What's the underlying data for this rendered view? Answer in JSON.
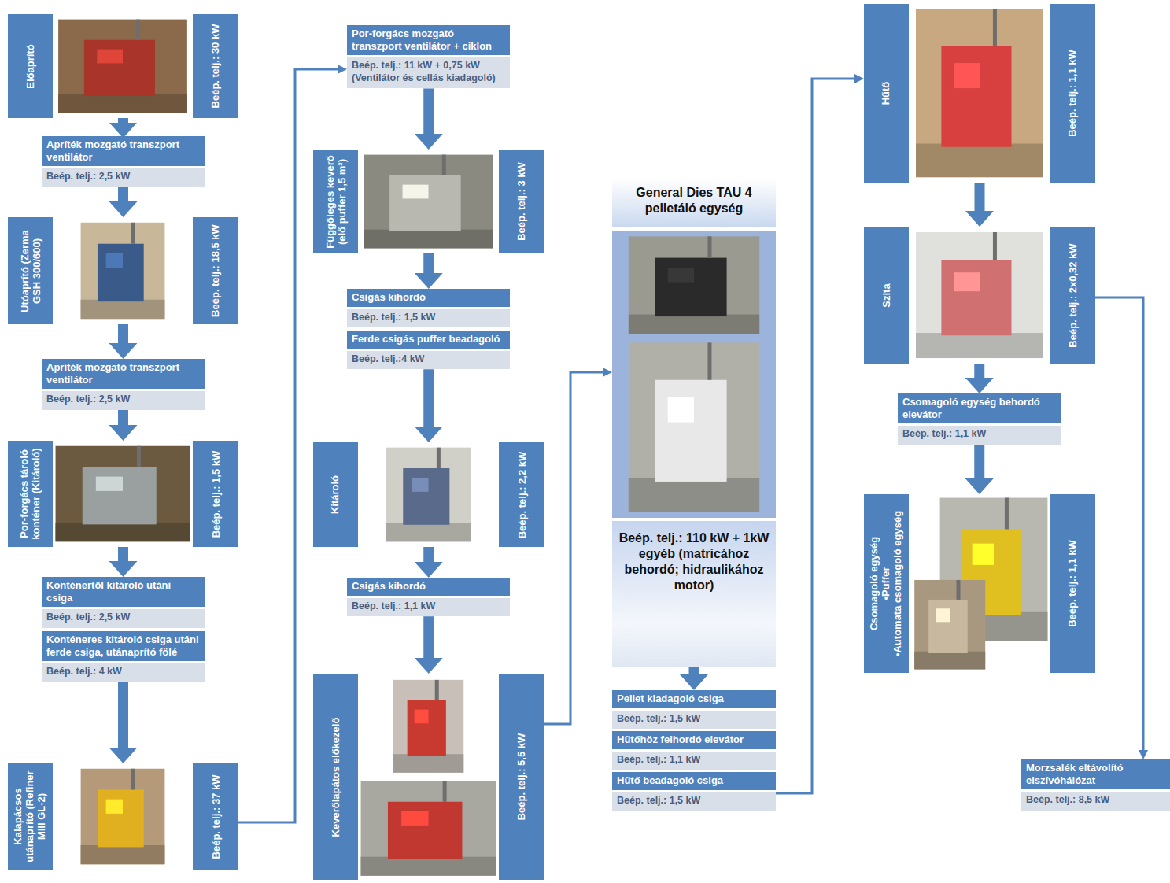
{
  "diagram": {
    "nodes": [
      {
        "text": [
          "Előaprító",
          "Beép. telj.: 30 kW"
        ]
      },
      {
        "text": [
          "Apríték mozgató transzport ventilátor",
          "Beép. telj.: 2,5 kW"
        ]
      },
      {
        "text": [
          "Utóaprító (Zerma GSH 300/600)",
          "Beép. telj.: 18,5 kW"
        ]
      },
      {
        "text": [
          "Apríték mozgató transzport ventilátor",
          "Beép. telj.: 2,5 kW"
        ]
      },
      {
        "text": [
          "Por-forgács tároló konténer (Kitároló)",
          "Beép. telj.: 1,5 kW"
        ]
      },
      {
        "text": [
          "Konténertől kitároló utáni csiga",
          "Beép. telj.: 2,5 kW"
        ]
      },
      {
        "text": [
          "Konténeres kitároló csiga utáni ferde csiga, utánaprító fölé",
          "Beép. telj.: 4 kW"
        ]
      },
      {
        "text": [
          "Kalapácsos utánaprító (Refiner Mill GL-2)",
          "Beép. telj.: 37 kW"
        ]
      },
      {
        "text": [
          "Por-forgács mozgató transzport ventilátor + ciklon",
          "Beép. telj.: 11 kW + 0,75 kW (Ventilátor és cellás kiadagoló)"
        ]
      },
      {
        "text": [
          "Függőleges keverő (elő puffer 1,5 m³)",
          "Beép. telj.: 3 kW"
        ]
      },
      {
        "text": [
          "Csigás kihordó",
          "Beép. telj.: 1,5 kW"
        ]
      },
      {
        "text": [
          "Ferde csigás puffer beadagoló",
          "Beép. telj.:4 kW"
        ]
      },
      {
        "text": [
          "Kitároló",
          "Beép. telj.: 2,2 kW"
        ]
      },
      {
        "text": [
          "Csigás kihordó",
          "Beép. telj.: 1,1 kW"
        ]
      },
      {
        "text": [
          "Keverőlapátos előkezelő",
          "Beép. telj.: 5,5 kW"
        ]
      },
      {
        "text": [
          "General Dies TAU 4 pelletáló egység",
          "Beép. telj.: 110 kW + 1kW egyéb (matricához behordó; hidraulikához motor)"
        ]
      },
      {
        "text": [
          "Pellet kiadagoló csiga",
          "Beép. telj.: 1,5 kW"
        ]
      },
      {
        "text": [
          "Hűtőhöz felhordó elevátor",
          "Beép. telj.: 1,1 kW"
        ]
      },
      {
        "text": [
          "Hűtő beadagoló csiga",
          "Beép. telj.: 1,5 kW"
        ]
      },
      {
        "text": [
          "Hűtő",
          "Beép. telj.: 1,1 kW"
        ]
      },
      {
        "text": [
          "Szita",
          "Beép. telj.: 2x0,32 kW"
        ]
      },
      {
        "text": [
          "Csomagoló egység behordó elevátor",
          "Beép. telj.: 1,1 kW"
        ]
      },
      {
        "text": [
          "Csomagoló egység",
          "•Puffer",
          "•Automata csomagoló egység",
          "Beép. telj.: 1,1 kW"
        ]
      },
      {
        "text": [
          "Morzsalék eltávolító elszívóhálózat",
          "Beép. telj.: 8,5 kW"
        ]
      }
    ],
    "edges": [
      {
        "from": 0,
        "to": 1,
        "arrow": "to"
      },
      {
        "from": 1,
        "to": 2,
        "arrow": "to"
      },
      {
        "from": 2,
        "to": 3,
        "arrow": "to"
      },
      {
        "from": 3,
        "to": 4,
        "arrow": "to"
      },
      {
        "from": 4,
        "to": 5,
        "arrow": "to"
      },
      {
        "from": 6,
        "to": 7,
        "arrow": "to"
      },
      {
        "from": 7,
        "to": 8,
        "arrow": "to"
      },
      {
        "from": 8,
        "to": 9,
        "arrow": "to"
      },
      {
        "from": 9,
        "to": 10,
        "arrow": "to"
      },
      {
        "from": 11,
        "to": 12,
        "arrow": "to"
      },
      {
        "from": 12,
        "to": 13,
        "arrow": "to"
      },
      {
        "from": 13,
        "to": 14,
        "arrow": "to"
      },
      {
        "from": 14,
        "to": 15,
        "arrow": "to"
      },
      {
        "from": 15,
        "to": 16,
        "arrow": "to"
      },
      {
        "from": 18,
        "to": 19,
        "arrow": "to"
      },
      {
        "from": 19,
        "to": 20,
        "arrow": "to"
      },
      {
        "from": 20,
        "to": 21,
        "arrow": "to"
      },
      {
        "from": 21,
        "to": 22,
        "arrow": "to"
      },
      {
        "from": 20,
        "to": 23,
        "arrow": "to"
      }
    ]
  }
}
